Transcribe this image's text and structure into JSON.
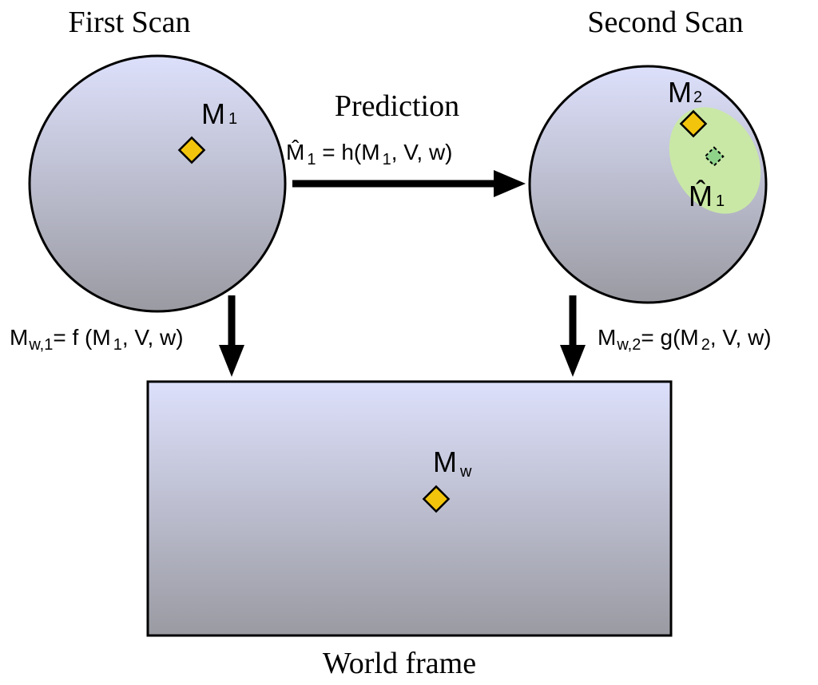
{
  "titles": {
    "first_scan": "First Scan",
    "second_scan": "Second Scan",
    "prediction": "Prediction",
    "world_frame": "World frame"
  },
  "labels": {
    "m1": {
      "base": "M",
      "sub": "1"
    },
    "m2": {
      "base": "M",
      "sub": "2"
    },
    "m1_hat": {
      "base": "M̂",
      "sub": "1"
    },
    "mw": {
      "base": "M",
      "sub": "w"
    }
  },
  "equations": {
    "prediction": {
      "lhs": "M̂",
      "lhs_sub": "1",
      "mid": " =  h(M",
      "mid_sub": "1",
      "rest": ", V, w)"
    },
    "world_1": {
      "lhs": "M",
      "lhs_sub": "w,1",
      "mid": "= f (M",
      "mid_sub": "1",
      "rest": ", V, w)"
    },
    "world_2": {
      "lhs": "M",
      "lhs_sub": "w,2",
      "mid": "= g(M",
      "mid_sub": "2",
      "rest": ", V, w)"
    }
  },
  "colors": {
    "gradient_top": "#dde0fb",
    "gradient_bottom": "#9a9aa2",
    "marker_fill": "#f2c40c",
    "ellipse_fill": "#c9e8a6",
    "predicted_marker": "#8fd38b",
    "outline": "#000000"
  }
}
